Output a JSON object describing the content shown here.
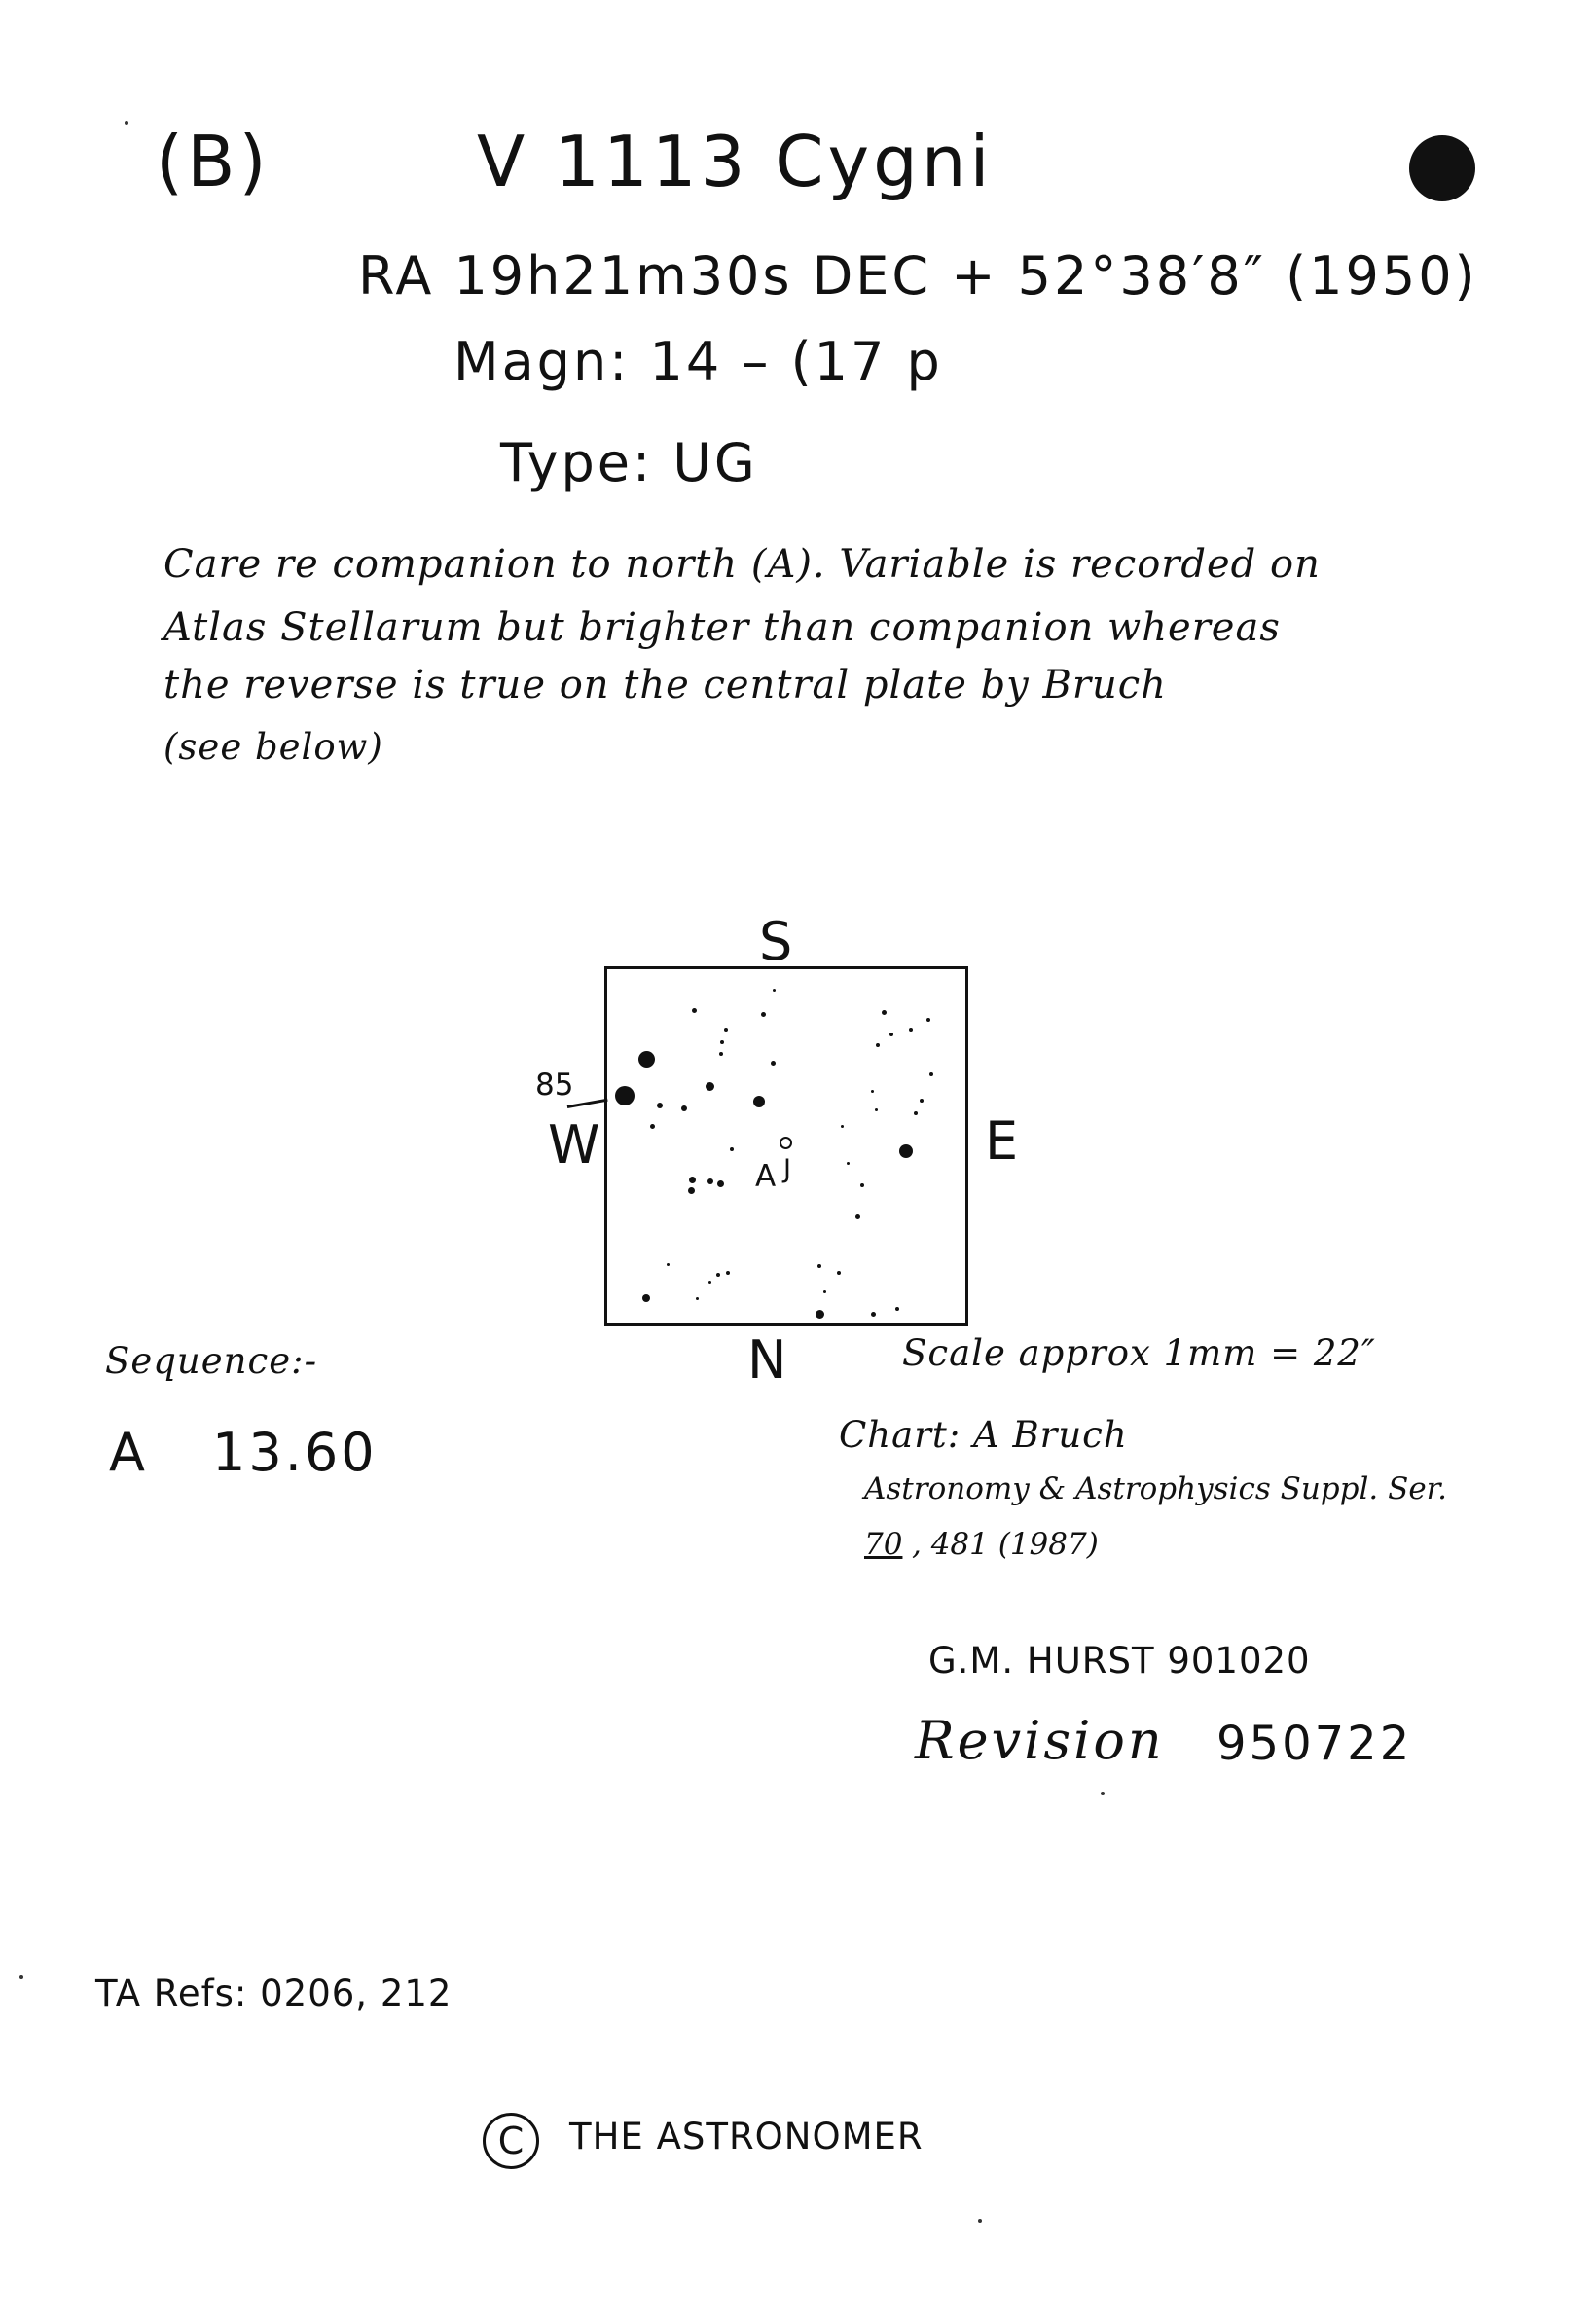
{
  "header": {
    "label": "(B)",
    "title": "V 1113 Cygni"
  },
  "coordinates": {
    "ra": "RA  19h21m30s  DEC + 52°38′8″ (1950)",
    "magnitude": "Magn:  14 – (17 p",
    "type": "Type:  UG"
  },
  "note": {
    "line1": "Care re companion to north (A). Variable is recorded on",
    "line2": "Atlas Stellarum but brighter than companion whereas",
    "line3": "the reverse is true on the central plate by Bruch",
    "line4": "(see below)"
  },
  "chart": {
    "north": "N",
    "south": "S",
    "east": "E",
    "west": "W",
    "star_85_label": "85",
    "star_a_label": "A",
    "scale": "Scale  approx  1mm = 22″"
  },
  "sequence": {
    "heading": "Sequence:-",
    "entries": [
      {
        "star": "A",
        "magnitude": "13.60"
      }
    ]
  },
  "source": {
    "line1": "Chart: A Bruch",
    "line2": "Astronomy & Astrophysics Suppl. Ser.",
    "volume": "70",
    "line3": ", 481  (1987)"
  },
  "credits": {
    "author": "G.M. HURST 901020",
    "revision_label": "Revision",
    "revision_value": "950722"
  },
  "refs": "TA  Refs:  0206, 212",
  "copyright": {
    "symbol": "C",
    "text": "THE  ASTRONOMER"
  }
}
